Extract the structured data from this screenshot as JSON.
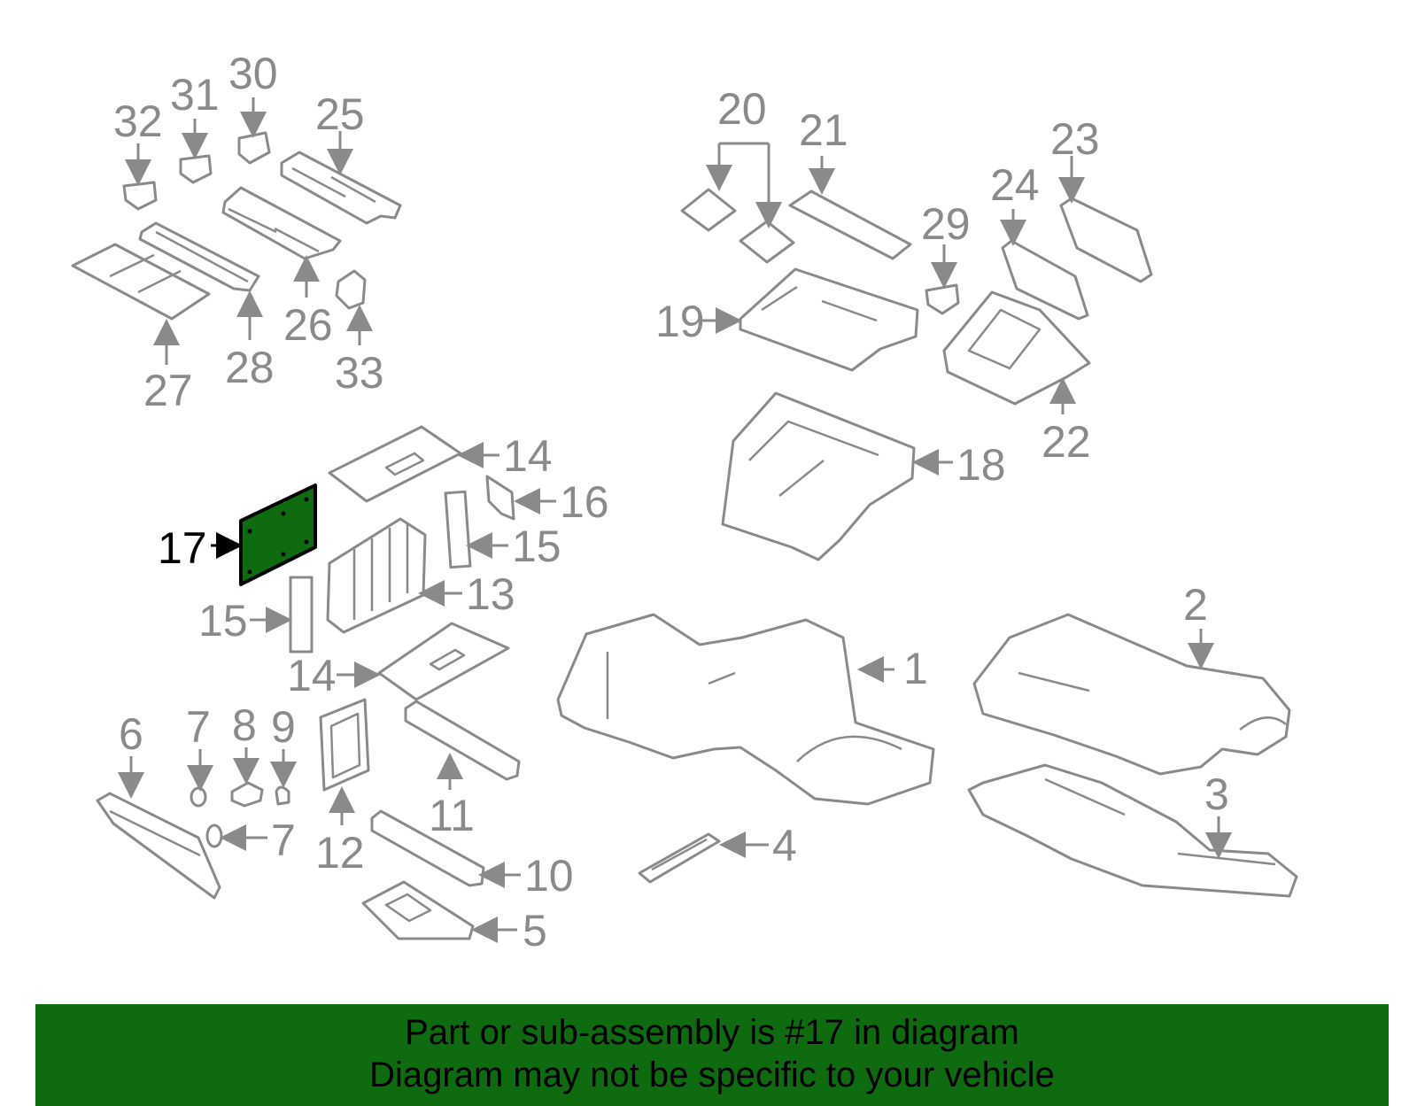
{
  "highlight_color": "#0f6b10",
  "part_color": "#8a8a8a",
  "highlighted_part": "17",
  "callouts": [
    "1",
    "2",
    "3",
    "4",
    "5",
    "6",
    "7",
    "7",
    "8",
    "9",
    "10",
    "11",
    "12",
    "13",
    "14",
    "14",
    "15",
    "15",
    "16",
    "17",
    "18",
    "19",
    "20",
    "21",
    "22",
    "23",
    "24",
    "25",
    "26",
    "27",
    "28",
    "29",
    "30",
    "31",
    "32",
    "33"
  ],
  "banner": {
    "line1": "Part or sub-assembly is #17 in diagram",
    "line2": "Diagram may not be specific to your vehicle"
  }
}
